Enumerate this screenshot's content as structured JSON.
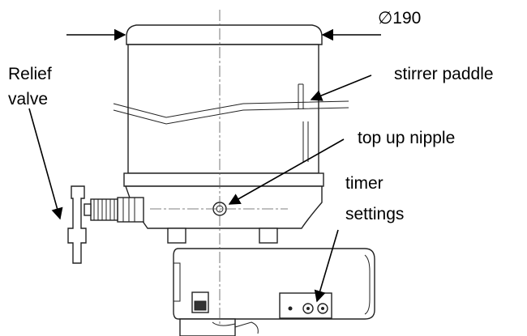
{
  "labels": {
    "diameter": "∅190",
    "relief_line1": "Relief",
    "relief_line2": "valve",
    "stirrer": "stirrer paddle",
    "top_up": "top up nipple",
    "timer_line1": "timer",
    "timer_line2": "settings"
  },
  "colors": {
    "line": "#222222",
    "text": "#000000",
    "background": "#ffffff"
  }
}
